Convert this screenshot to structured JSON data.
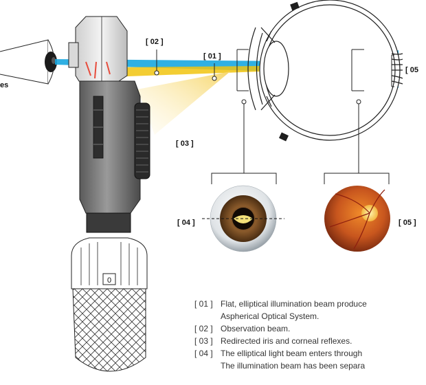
{
  "labels": {
    "eyes": "es",
    "l01": "[ 01 ]",
    "l02": "[ 02 ]",
    "l03": "[ 03 ]",
    "l04": "[ 04 ]",
    "l05_top": "[ 05",
    "l05_bottom": "[ 05 ]"
  },
  "device": {
    "dial_label": "0"
  },
  "legend": {
    "items": [
      {
        "num": "[ 01 ]",
        "text": "Flat, elliptical illumination beam produce",
        "cont": "Aspherical Optical System."
      },
      {
        "num": "[ 02 ]",
        "text": "Observation beam."
      },
      {
        "num": "[ 03 ]",
        "text": "Redirected iris and corneal reflexes."
      },
      {
        "num": "[ 04 ]",
        "text": "The elliptical light beam enters through",
        "cont": "The illumination beam has been separa"
      }
    ]
  },
  "colors": {
    "observation_beam": "#1aa7e0",
    "illumination_beam": "#f1c40f",
    "reflex": "#fbe7a8",
    "outline": "#1e1e1e",
    "iris": "#8a5a2b",
    "fundus": "#c8561e"
  }
}
